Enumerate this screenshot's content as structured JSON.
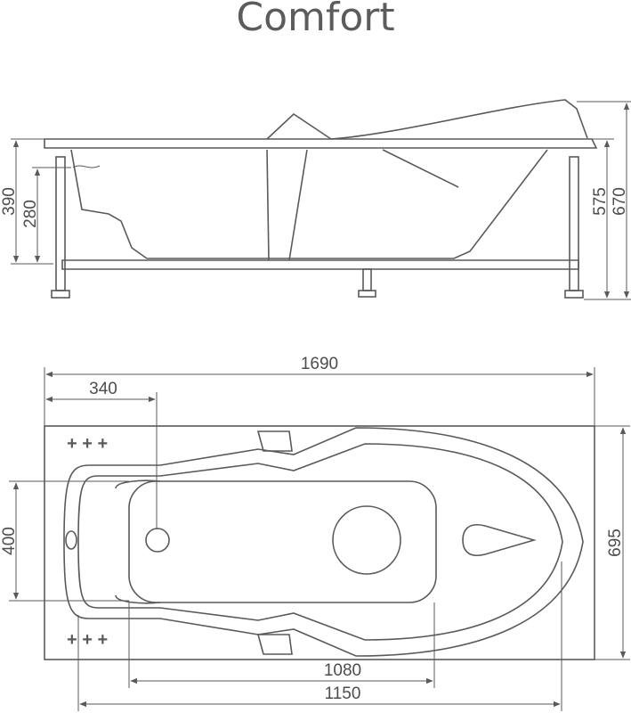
{
  "title": "Comfort",
  "side_view": {
    "dims": {
      "total_height_left": "390",
      "inner_depth": "280",
      "side_height": "575",
      "total_height_right": "670"
    }
  },
  "top_view": {
    "dims": {
      "length": "1690",
      "drain_offset": "340",
      "width_inner": "400",
      "width": "695",
      "inner_length": "1080",
      "outer_length": "1150"
    },
    "marks": {
      "top_left": "+ + +",
      "bottom_left": "+ + +"
    }
  },
  "colors": {
    "line": "#5a5a5a",
    "text": "#4d4d4d"
  }
}
